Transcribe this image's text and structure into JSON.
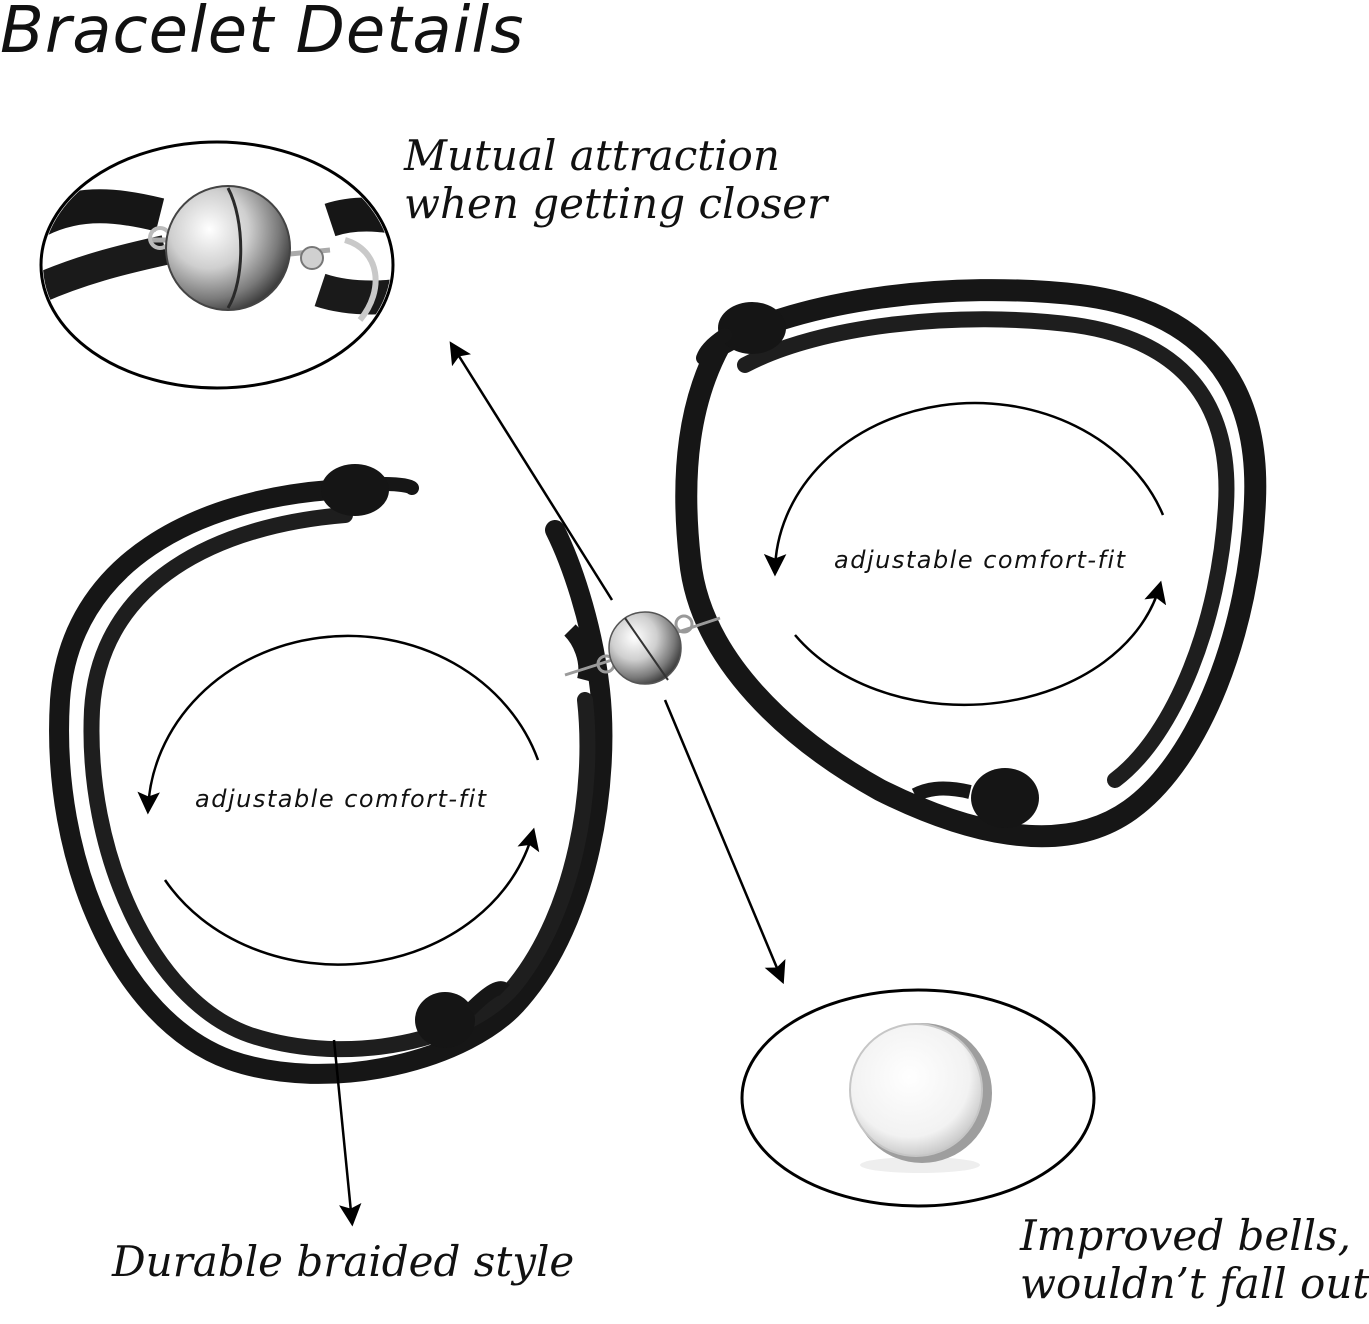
{
  "heading": "Bracelet Details",
  "callouts": {
    "magnet": "Mutual attraction when getting closer",
    "braid": "Durable braided style",
    "bell": "Improved bells, wouldn’t fall out"
  },
  "fit_labels": {
    "left": "adjustable comfort-fit",
    "right": "adjustable comfort-fit"
  },
  "colors": {
    "cord": "#151515",
    "silver": "#c8c8c8",
    "outline": "#000000",
    "background": "#ffffff"
  }
}
